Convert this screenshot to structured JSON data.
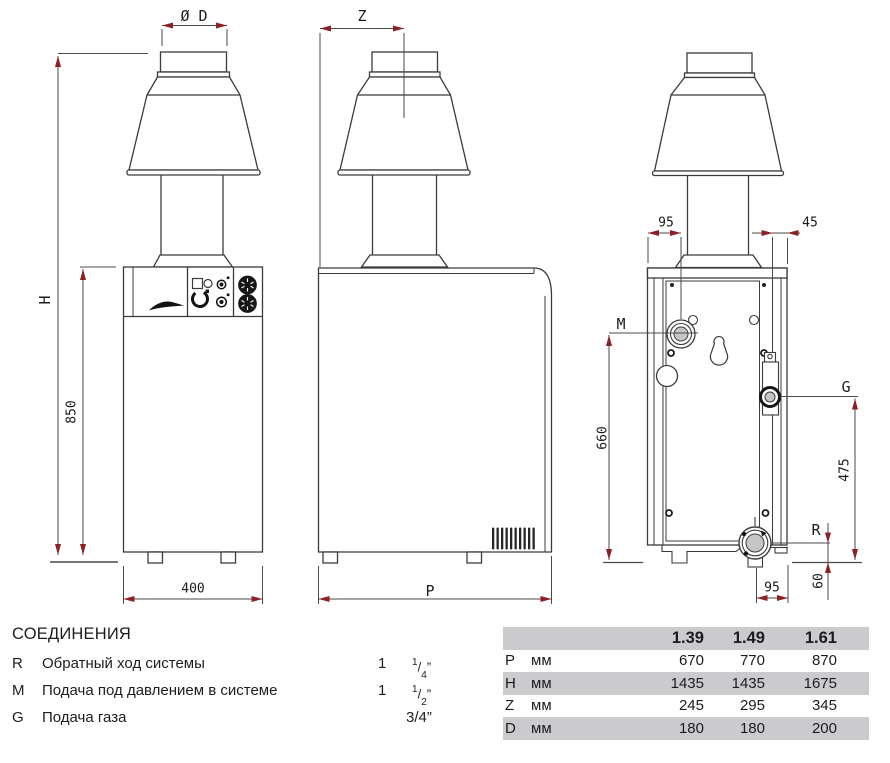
{
  "drawing": {
    "front": {
      "dim_d": "Ø D",
      "dim_h": "H",
      "dim_850": "850",
      "dim_400": "400"
    },
    "side": {
      "dim_z": "Z",
      "dim_p": "P"
    },
    "rear": {
      "dim_95_top": "95",
      "dim_45": "45",
      "label_m": "M",
      "label_g": "G",
      "label_r": "R",
      "dim_660": "660",
      "dim_475": "475",
      "dim_95_bottom": "95",
      "dim_60": "60"
    }
  },
  "legend": {
    "title": "СОЕДИНЕНИЯ",
    "rows": [
      {
        "key": "R",
        "desc": "Обратный ход системы",
        "whole": "1",
        "num": "1",
        "den": "4",
        "unit": "”",
        "plain": ""
      },
      {
        "key": "M",
        "desc": "Подача под давлением в системе",
        "whole": "1",
        "num": "1",
        "den": "2",
        "unit": "”",
        "plain": ""
      },
      {
        "key": "G",
        "desc": "Подача газа",
        "whole": "",
        "num": "",
        "den": "",
        "unit": "",
        "plain": "3/4”"
      }
    ]
  },
  "table": {
    "header": [
      "1.39",
      "1.49",
      "1.61"
    ],
    "rows": [
      {
        "param": "P",
        "unit": "мм",
        "v1": "670",
        "v2": "770",
        "v3": "870"
      },
      {
        "param": "H",
        "unit": "мм",
        "v1": "1435",
        "v2": "1435",
        "v3": "1675"
      },
      {
        "param": "Z",
        "unit": "мм",
        "v1": "245",
        "v2": "295",
        "v3": "345"
      },
      {
        "param": "D",
        "unit": "мм",
        "v1": "180",
        "v2": "180",
        "v3": "200"
      }
    ]
  },
  "colors": {
    "line": "#3b3b3b",
    "arrow": "#8d2022",
    "table_stripe": "#cbcbce",
    "fitting_fill": "#c6c6c8"
  }
}
